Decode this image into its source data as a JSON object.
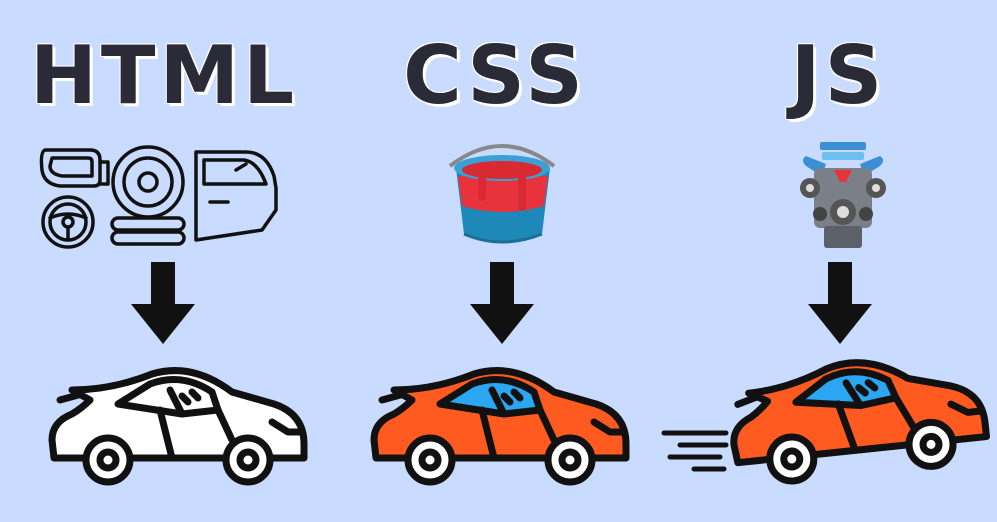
{
  "columns": [
    {
      "title": "HTML",
      "icon": "car-parts-icon",
      "car_style": "outline"
    },
    {
      "title": "CSS",
      "icon": "paint-bucket-icon",
      "car_style": "colored"
    },
    {
      "title": "JS",
      "icon": "engine-icon",
      "car_style": "moving"
    }
  ],
  "colors": {
    "background": "#c9dcff",
    "title_text": "#2b2b38",
    "car_body": "#ff5a1f",
    "car_window": "#2aa6f2",
    "outline": "#111111"
  }
}
